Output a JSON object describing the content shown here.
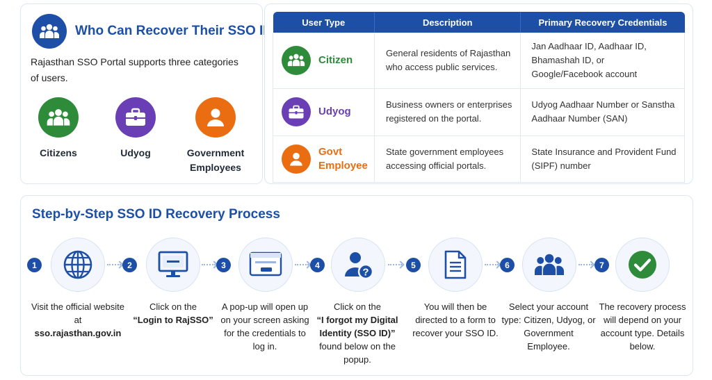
{
  "who": {
    "title": "Who Can Recover Their SSO ID?",
    "intro": "Rajasthan SSO Portal supports three categories of users.",
    "categories": [
      {
        "label": "Citizens",
        "icon": "people-icon",
        "color": "#2e8b3a"
      },
      {
        "label": "Udyog",
        "icon": "briefcase-icon",
        "color": "#6a3fb5"
      },
      {
        "label": "Government Employees",
        "icon": "person-icon",
        "color": "#ea6d12"
      }
    ]
  },
  "table": {
    "headers": [
      "User Type",
      "Description",
      "Primary Recovery Credentials"
    ],
    "rows": [
      {
        "type": "Citizen",
        "color": "#2e8b3a",
        "icon": "people-icon",
        "description": "General residents of Rajasthan who access public services.",
        "credentials": "Jan Aadhaar ID, Aadhaar ID, Bhamashah ID, or Google/Facebook account"
      },
      {
        "type": "Udyog",
        "color": "#6a3fb5",
        "icon": "briefcase-icon",
        "description": "Business owners or enterprises registered on the portal.",
        "credentials": "Udyog Aadhaar Number or Sanstha Aadhaar Number (SAN)"
      },
      {
        "type": "Govt Employee",
        "color": "#ea6d12",
        "icon": "person-icon",
        "description": "State government employees accessing official portals.",
        "credentials": "State Insurance and Provident Fund (SIPF) number"
      }
    ]
  },
  "process": {
    "title": "Step-by-Step SSO ID Recovery Process",
    "steps": [
      {
        "num": "1",
        "icon": "globe-icon",
        "text_pre": "Visit the official website at",
        "text_bold": "sso.rajasthan.gov.in",
        "text_post": ""
      },
      {
        "num": "2",
        "icon": "monitor-icon",
        "text_pre": "Click on the",
        "text_bold": "“Login to RajSSO”",
        "text_post": ""
      },
      {
        "num": "3",
        "icon": "popup-icon",
        "text_pre": "A pop-up will open up on your screen asking for the credentials to log in.",
        "text_bold": "",
        "text_post": ""
      },
      {
        "num": "4",
        "icon": "user-question-icon",
        "text_pre": "Click on the",
        "text_bold": "“I forgot my Digital Identity (SSO ID)”",
        "text_post": "found below on the popup."
      },
      {
        "num": "5",
        "icon": "document-icon",
        "text_pre": "You will then be directed to a form to recover your SSO ID.",
        "text_bold": "",
        "text_post": ""
      },
      {
        "num": "6",
        "icon": "group-icon",
        "text_pre": "Select your account type: Citizen, Udyog, or Government Employee.",
        "text_bold": "",
        "text_post": ""
      },
      {
        "num": "7",
        "icon": "check-icon",
        "text_pre": "The recovery process will depend on your account type. Details below.",
        "text_bold": "",
        "text_post": ""
      }
    ]
  }
}
